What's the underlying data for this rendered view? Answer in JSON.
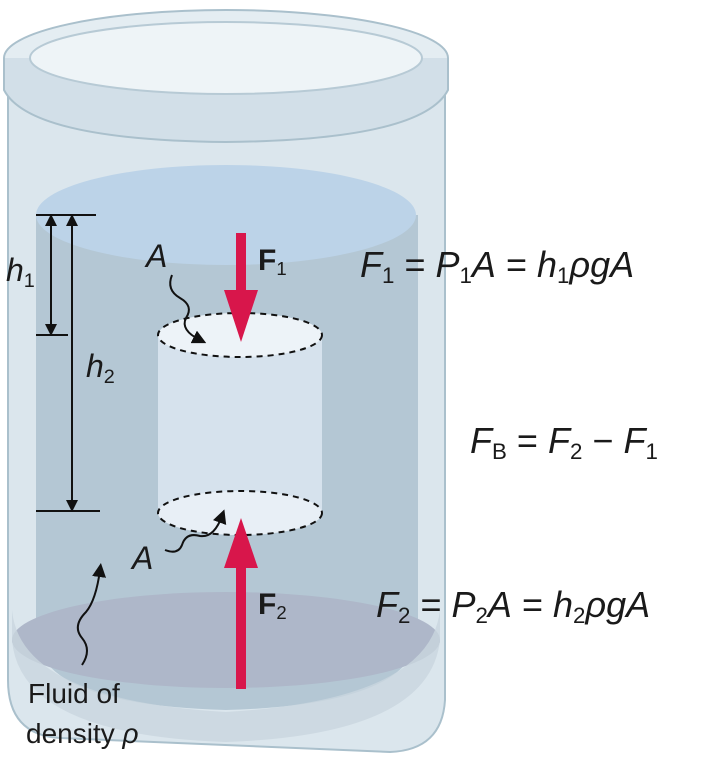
{
  "labels": {
    "h1": {
      "var": "h",
      "sub": "1"
    },
    "h2": {
      "var": "h",
      "sub": "2"
    },
    "area_top": "A",
    "area_bottom": "A",
    "force_top": {
      "var": "F",
      "sub": "1"
    },
    "force_bottom": {
      "var": "F",
      "sub": "2"
    },
    "fluid_line1": "Fluid of",
    "fluid_line2": "density",
    "rho": "ρ"
  },
  "equations": {
    "eq1": {
      "lhs": "F",
      "lhs_sub": "1",
      "p": "P",
      "p_sub": "1",
      "mid": "A",
      "h_sub": "1",
      "tail": "ρgA"
    },
    "eq_b": {
      "lhs": "F",
      "lhs_sub": "B",
      "a": "F",
      "a_sub": "2",
      "op": "−",
      "b": "F",
      "b_sub": "1"
    },
    "eq2": {
      "lhs": "F",
      "lhs_sub": "2",
      "p": "P",
      "p_sub": "2",
      "mid": "A",
      "h_sub": "2",
      "tail": "ρgA"
    },
    "eq_sign": "=",
    "h_var": "h"
  },
  "colors": {
    "fluid": "#b4c7d4",
    "fluid_surface": "#bcd3e8",
    "glass": "#dbe6ed",
    "glass_edge": "#aac0cc",
    "cylinder": "#d6e2ed",
    "arrow": "#d8164b",
    "bottom": "#aeb7c9"
  }
}
